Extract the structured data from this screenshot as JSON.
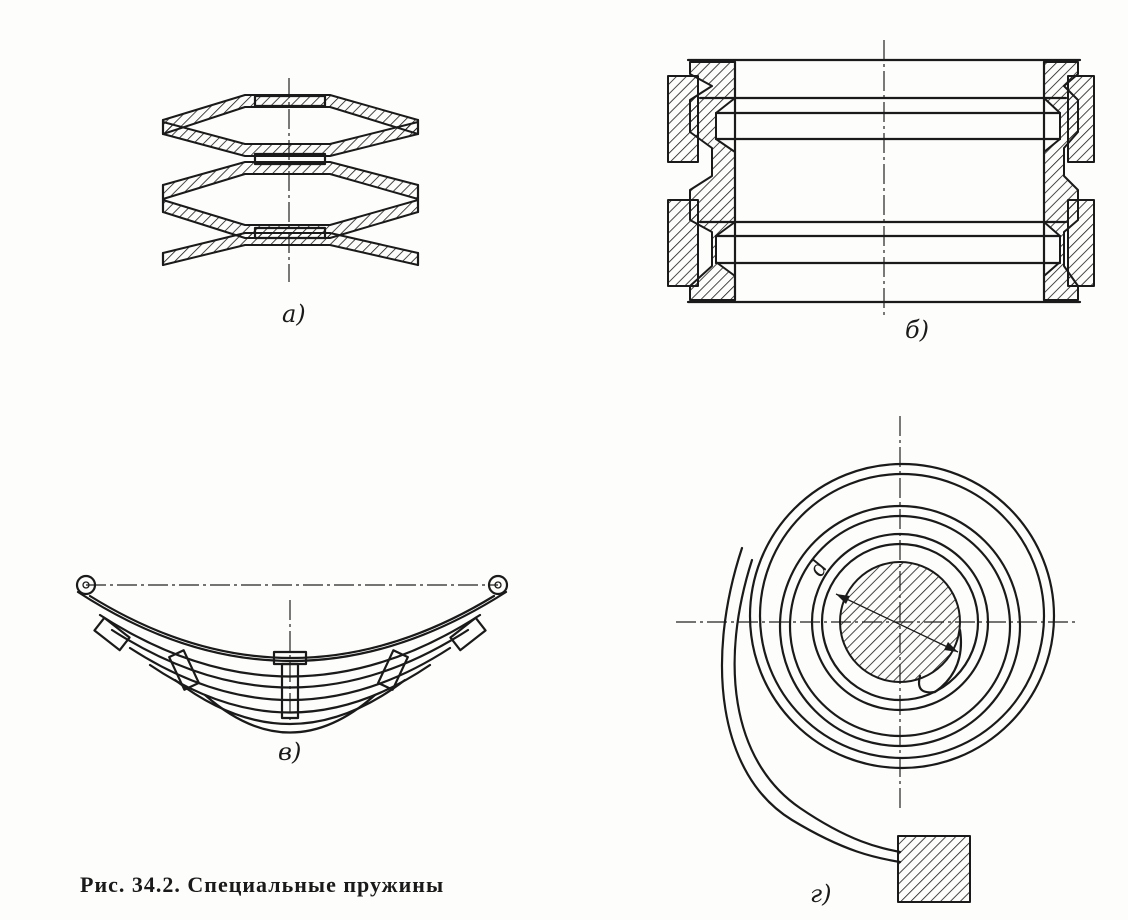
{
  "labels": {
    "a": "a)",
    "b": "б)",
    "v": "в)",
    "g": "г)"
  },
  "dimension": "d",
  "caption": "Рис. 34.2. Специальные пружины"
}
